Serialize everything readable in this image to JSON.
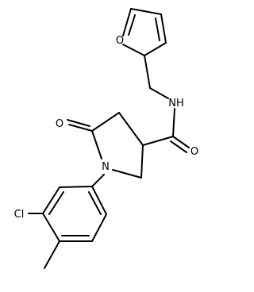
{
  "atom_labels": {
    "furan_oxygen": "O",
    "amide_nitrogen": "NH",
    "amide_oxygen": "O",
    "lactam_oxygen": "O",
    "ring_nitrogen": "N",
    "chlorine": "Cl"
  }
}
